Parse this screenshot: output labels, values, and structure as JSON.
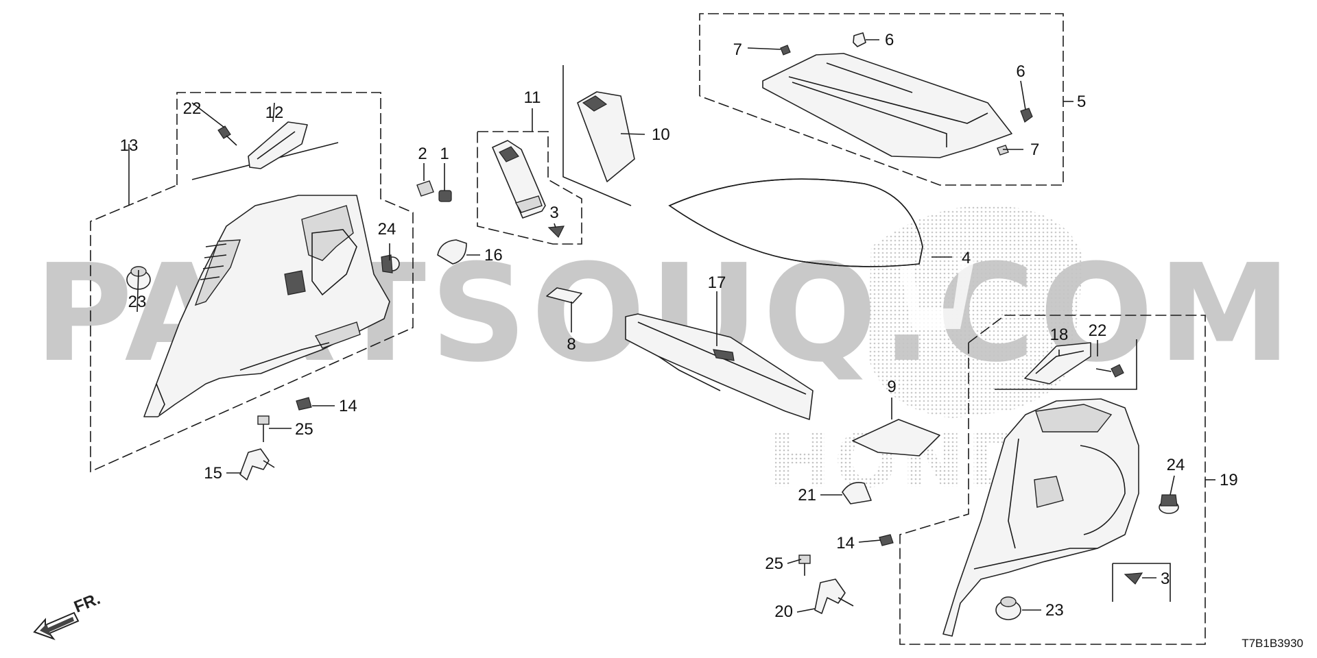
{
  "watermark": {
    "text": "PARTSOUQ.COM",
    "sub_text": "HONDA",
    "color": "#c9c9c9"
  },
  "diagram_code": "T7B1B3930",
  "direction": {
    "label": "FR."
  },
  "callouts": {
    "c1": "1",
    "c2": "2",
    "c3a": "3",
    "c3b": "3",
    "c4": "4",
    "c5": "5",
    "c6a": "6",
    "c6b": "6",
    "c7a": "7",
    "c7b": "7",
    "c8": "8",
    "c9": "9",
    "c10": "10",
    "c11": "11",
    "c12": "12",
    "c13": "13",
    "c14a": "14",
    "c14b": "14",
    "c15": "15",
    "c16": "16",
    "c17": "17",
    "c18": "18",
    "c19": "19",
    "c20": "20",
    "c21": "21",
    "c22a": "22",
    "c22b": "22",
    "c23a": "23",
    "c23b": "23",
    "c24a": "24",
    "c24b": "24",
    "c25a": "25",
    "c25b": "25"
  }
}
